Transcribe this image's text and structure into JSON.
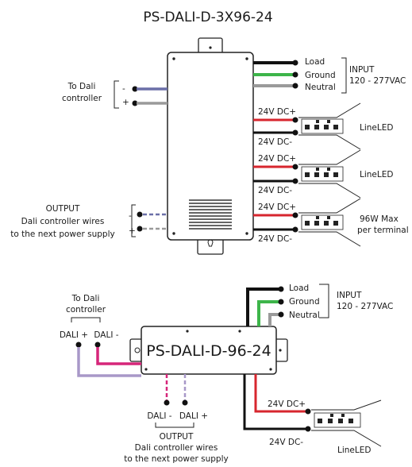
{
  "top": {
    "title": "PS-DALI-D-3X96-24",
    "to_dali_line1": "To Dali",
    "to_dali_line2": "controller",
    "minus": "-",
    "plus": "+",
    "load": "Load",
    "ground": "Ground",
    "neutral": "Neutral",
    "input_line1": "INPUT",
    "input_line2": "120 - 277VAC",
    "dc_plus": "24V DC+",
    "dc_minus": "24V DC-",
    "lineled": "LineLED",
    "max_line1": "96W Max",
    "max_line2": "per terminal",
    "output_line1": "OUTPUT",
    "output_line2": "Dali controller wires",
    "output_line3": "to the next power supply"
  },
  "bottom": {
    "title": "PS-DALI-D-96-24",
    "to_dali_line1": "To Dali",
    "to_dali_line2": "controller",
    "dali_plus": "DALI +",
    "dali_minus": "DALI -",
    "load": "Load",
    "ground": "Ground",
    "neutral": "Neutral",
    "input_line1": "INPUT",
    "input_line2": "120 - 277VAC",
    "dc_plus": "24V DC+",
    "dc_minus": "24V DC-",
    "lineled": "LineLED",
    "out_dali_minus": "DALI -",
    "out_dali_plus": "DALI +",
    "output_line1": "OUTPUT",
    "output_line2": "Dali controller wires",
    "output_line3": "to the next power supply"
  },
  "colors": {
    "load_wire": "#111111",
    "ground_wire": "#3db54a",
    "neutral_wire": "#9a9a9a",
    "dc_plus_wire": "#d7262e",
    "dali_minus_wire": "#6b6fa8",
    "dali_plus_wire": "#9a9a9a",
    "dali_pink": "#d6267a",
    "dali_lilac": "#a898c8"
  }
}
